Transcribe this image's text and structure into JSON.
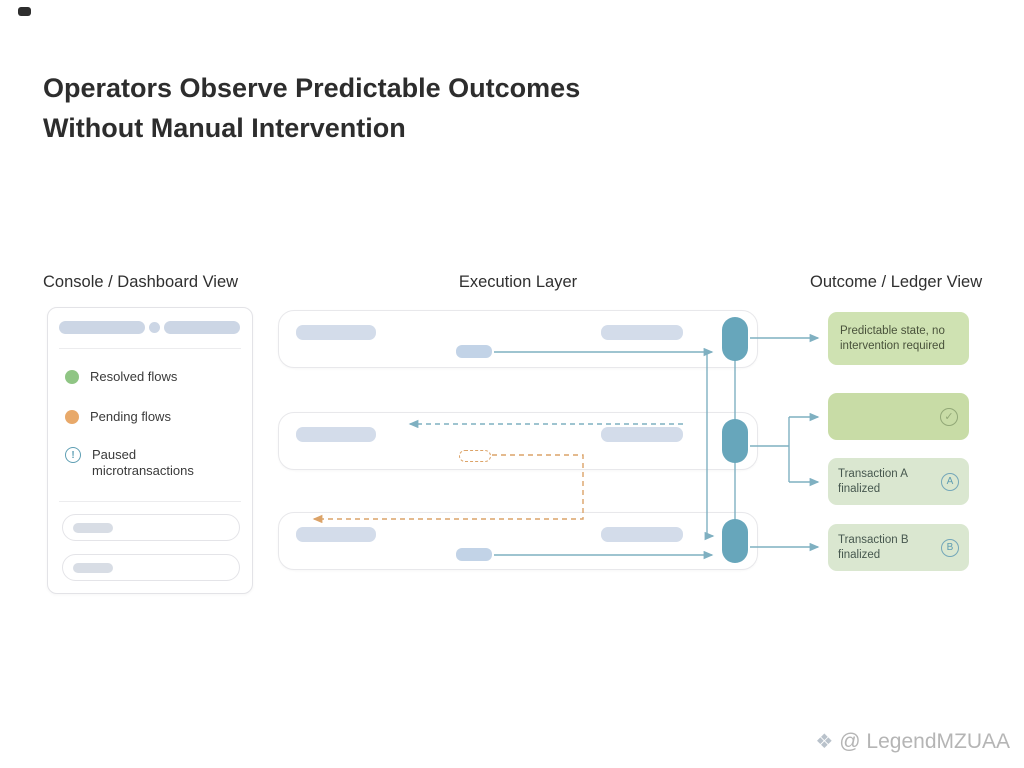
{
  "title": {
    "line1": "Operators Observe Predictable Outcomes",
    "line2": "Without Manual Intervention"
  },
  "headers": {
    "console": "Console / Dashboard View",
    "execution": "Execution Layer",
    "outcome": "Outcome / Ledger View"
  },
  "console": {
    "legend": [
      {
        "label": "Resolved flows",
        "color": "#8fc584"
      },
      {
        "label": "Pending flows",
        "color": "#e8a96a"
      },
      {
        "label": "Paused microtransactions",
        "icon": "info-icon",
        "color": "#5f9fb4"
      }
    ]
  },
  "outcome": {
    "cards": [
      {
        "text": "Predictable state, no intervention required"
      },
      {
        "icon": "check-icon"
      },
      {
        "text": "Transaction A finalized",
        "badge": "A"
      },
      {
        "text": "Transaction B finalized",
        "badge": "B"
      }
    ]
  },
  "watermark": {
    "icon": "diamond-icon",
    "text": "@ LegendMZUAA"
  },
  "colors": {
    "teal_node": "#67a6bb",
    "teal_line": "#7fb0c1",
    "orange_line": "#dca368",
    "green_card": "#cfe2b2",
    "green_card_check": "#c8dca6",
    "green_card_light": "#dae7d0",
    "placeholder_pill": "#d3dcea"
  }
}
